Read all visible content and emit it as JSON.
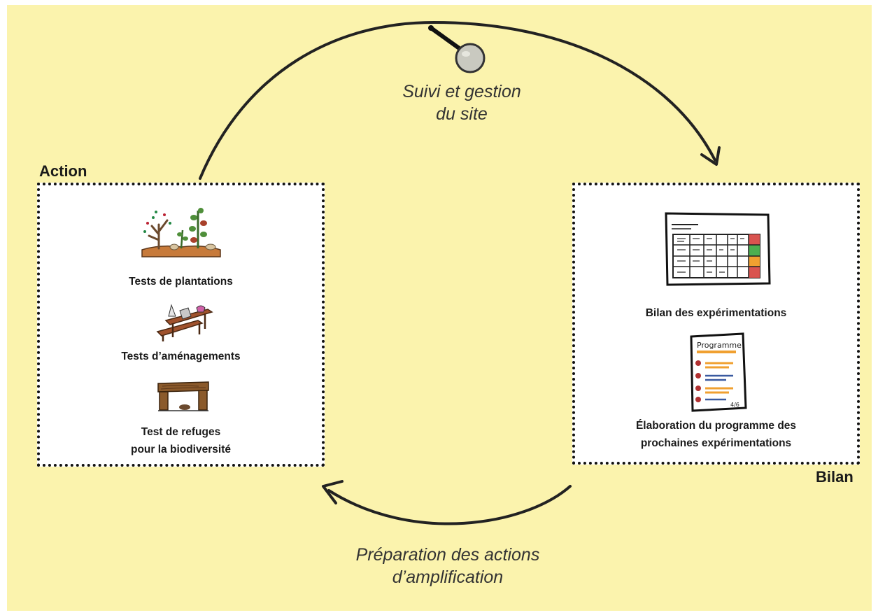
{
  "top_arrow_label": [
    "Suivi et gestion",
    "du site"
  ],
  "bottom_arrow_label": [
    "Préparation des actions",
    "d’amplification"
  ],
  "action": {
    "title": "Action",
    "items": [
      {
        "label": [
          "Tests de plantations"
        ],
        "icon": "plants-icon"
      },
      {
        "label": [
          "Tests d’aménagements"
        ],
        "icon": "picnic-table-icon"
      },
      {
        "label": [
          "Test de refuges",
          "pour la biodiversité"
        ],
        "icon": "log-shelter-icon"
      }
    ]
  },
  "bilan": {
    "title": "Bilan",
    "items": [
      {
        "label": [
          "Bilan des expérimentations"
        ],
        "icon": "results-table-icon"
      },
      {
        "label": [
          "Élaboration du programme des",
          "prochaines expérimentations"
        ],
        "icon": "program-document-icon"
      }
    ],
    "program_doc": {
      "heading": "Programme",
      "page": "4/6"
    }
  },
  "colors": {
    "background": "#fbf3ad",
    "arrow": "#222222",
    "box_border": "#111111",
    "status_red": "#d9534f",
    "status_green": "#4caf50",
    "status_orange": "#f0a030"
  }
}
